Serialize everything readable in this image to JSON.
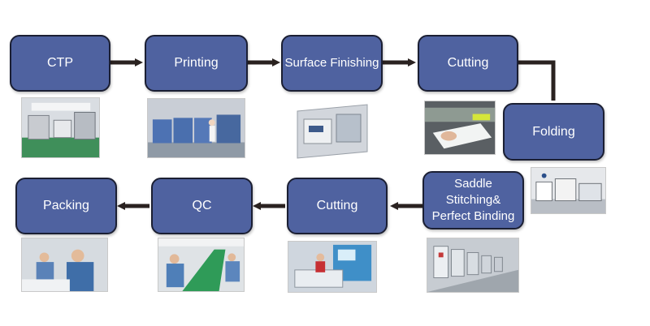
{
  "process": {
    "steps": [
      {
        "id": "ctp",
        "label": "CTP"
      },
      {
        "id": "printing",
        "label": "Printing"
      },
      {
        "id": "surface-finishing",
        "label": "Surface Finishing"
      },
      {
        "id": "cutting-1",
        "label": "Cutting"
      },
      {
        "id": "folding",
        "label": "Folding"
      },
      {
        "id": "binding",
        "label": "Saddle Stitching& Perfect Binding"
      },
      {
        "id": "cutting-2",
        "label": "Cutting"
      },
      {
        "id": "qc",
        "label": "QC"
      },
      {
        "id": "packing",
        "label": "Packing"
      }
    ]
  },
  "colors": {
    "box_fill": "#4f62a0",
    "box_border": "#1b1f33",
    "arrow": "#2a2220",
    "text": "#ffffff"
  },
  "icons": {
    "photo": "factory-photo",
    "arrow": "arrow-right-icon"
  }
}
